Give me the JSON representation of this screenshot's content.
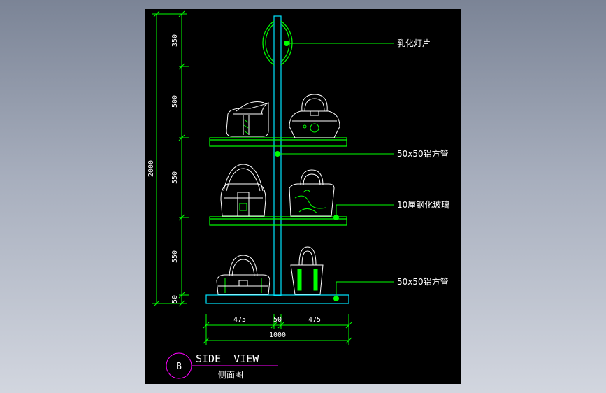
{
  "colors": {
    "background": "#000000",
    "dimension_line": "#00ff00",
    "pole": "#00e5ff",
    "shelf": "#00ff00",
    "bag_outline": "#ffffff",
    "bag_accent": "#00ff00",
    "title_circle": "#ff00ff",
    "text": "#ffffff"
  },
  "vertical_dimensions": {
    "total": "2000",
    "segments": [
      "350",
      "500",
      "550",
      "550",
      "50"
    ]
  },
  "horizontal_dimensions": {
    "segments": [
      "475",
      "50",
      "475"
    ],
    "total": "1000"
  },
  "callouts": {
    "lamp": "乳化灯片",
    "tube_upper": "50x50铝方管",
    "glass": "10厘钢化玻璃",
    "tube_lower": "50x50铝方管"
  },
  "title_block": {
    "marker": "B",
    "title_en": "SIDE  VIEW",
    "title_cn": "侧面图"
  }
}
